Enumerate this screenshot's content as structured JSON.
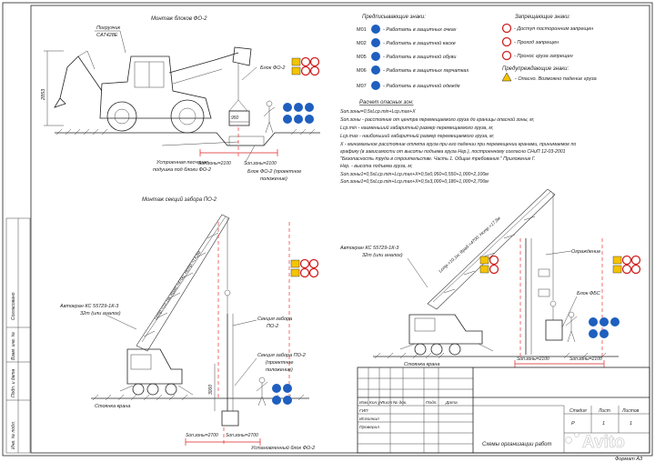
{
  "sections": {
    "top_title": "Монтаж блоков ФО-2",
    "middle_title": "Монтаж секций забора ПО-2"
  },
  "labels": {
    "loader": "Погрузчик",
    "loader_model": "CAT428E",
    "block_fo2": "Блок ФО-2",
    "sand_cushion": "Устроенная песчаная",
    "sand_cushion_2": "подушка под блоки ФО-2",
    "block_fo2_design": "Блок ФО-2 (проектное",
    "block_fo2_design_2": "положение)",
    "dim_2853": "2853",
    "dim_950": "950",
    "danger_zone_1": "Sоп.зоны=2100",
    "danger_zone_2": "Sоп.зоны=2100",
    "crane_left": "Автокран КС 55729-1К-3",
    "crane_left_2": "32т (или аналог)",
    "boom_left": "Lстр.=10,1м; Rраб.=4700; Нстр.=17,5м",
    "fence_section": "Секция забора",
    "fence_section_2": "ПО-2",
    "fence_section_design": "Секция забора ПО-2",
    "fence_section_design_2": "(проектное",
    "fence_section_design_3": "положение)",
    "dim_3000": "3000",
    "crane_stand_left": "Стоянка крана",
    "zone_left_1": "Sоп.зоны=2700",
    "zone_left_2": "Sоп.зоны=2700",
    "installed_block": "Установленный блок ФО-2",
    "crane_right": "Автокран КС 55729-1К-3",
    "crane_right_2": "32т (или аналог)",
    "boom_right": "Lстр.=10,1м; Rраб.=4700; Нстр.=17,5м",
    "fence": "Ограждение",
    "block_fbs": "Блок ФБС",
    "crane_stand_right": "Стоянка крана",
    "zone_right_1": "Sоп.зоны=2100",
    "zone_right_2": "Sоп.зоны=2100"
  },
  "signs": {
    "prescriptive_title": "Предписывающие знаки:",
    "items": [
      {
        "code": "М01",
        "text": "- Работать в защитных очках"
      },
      {
        "code": "М02",
        "text": "- Работать в защитной каске"
      },
      {
        "code": "М05",
        "text": "- Работать в защитной обуви"
      },
      {
        "code": "М06",
        "text": "- Работать в защитных перчатках"
      },
      {
        "code": "М07",
        "text": "- Работать в защитной одежде"
      }
    ],
    "prohibition_title": "Запрещающие знаки:",
    "prohibition": [
      "- Доступ посторонним запрещен",
      "- Проход запрещен",
      "- Пронос груза запрещен"
    ],
    "warning_title": "Предупреждающие знаки:",
    "warning": "- Опасно. Возможно падение груза"
  },
  "calc": {
    "title": "Расчет опасных зон:",
    "lines": [
      "Sоп.зоны=0,5хLср.min+Lср.max+X",
      "Sоп.зоны - расстояние от центра перемещаемого груза до границы опасной зоны, м;",
      "Lср.min - наименьший габаритный размер перемещаемого груза, м;",
      "Lср.max - наибольший габаритный размер перемещаемого груза, м;",
      "X - минимальное расстояние отлета груза при его падении при перемещении кранами, принимаемое по",
      "графику (в зависимости от высоты подъема груза Нгр.), построенному согласно СНиП 12-03-2001",
      "\"Безопасность труда в строительстве. Часть 1. Общие требования.\" Приложение Г.",
      "Нгр. - высота подъема груза, м;",
      "Sоп.зоны1=0,5хLср.min+Lср.max+X=0,5х0,950+0,550+1,000≈2,100м",
      "Sоп.зоны1=0,5хLср.min+Lср.max+X=0,5х3,000+0,180+1,000≈2,700м"
    ]
  },
  "side_stamp": [
    "Согласовано",
    "Взам. инв. №",
    "Подп. и дата",
    "Инв. № подл."
  ],
  "title_block": {
    "headers": [
      "Изм.",
      "Кол.уч",
      "Лист",
      "№ док.",
      "Подп.",
      "Дата"
    ],
    "rows": [
      "ГИП",
      "Исполнил",
      "Проверил"
    ],
    "stage_label": "Стадия",
    "sheet_label": "Лист",
    "sheets_label": "Листов",
    "stage": "Р",
    "sheet": "1",
    "sheets": "1",
    "name": "Схемы организации работ"
  },
  "format": "Формат А3",
  "watermark": "Avito",
  "colors": {
    "sign_blue": "#1f5fbf",
    "sign_red": "#d11e1e",
    "sign_yellow": "#f4c400",
    "zone_red": "#dd2222"
  }
}
